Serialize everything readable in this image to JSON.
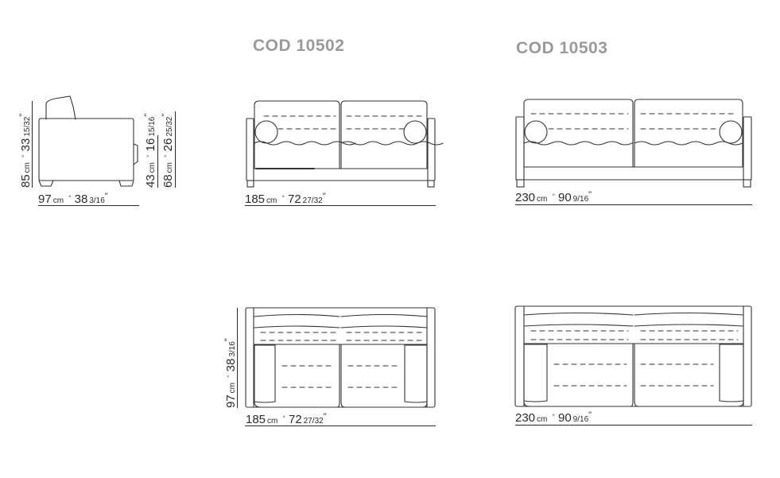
{
  "models": [
    {
      "code": "COD 10502"
    },
    {
      "code": "COD 10503"
    }
  ],
  "side_view": {
    "depth": {
      "cm": "97",
      "unit": "cm",
      "in": "38",
      "frac": "3/16",
      "inch_mark": "\""
    },
    "height": {
      "cm": "85",
      "unit": "cm",
      "in": "33",
      "frac": "15/32",
      "inch_mark": "\""
    },
    "seat_height": {
      "cm": "43",
      "unit": "cm",
      "in": "16",
      "frac": "15/16",
      "inch_mark": "\""
    },
    "arm_height": {
      "cm": "68",
      "unit": "cm",
      "in": "26",
      "frac": "25/32",
      "inch_mark": "\""
    }
  },
  "front_views": [
    {
      "width": {
        "cm": "185",
        "unit": "cm",
        "in": "72",
        "frac": "27/32",
        "inch_mark": "\""
      }
    },
    {
      "width": {
        "cm": "230",
        "unit": "cm",
        "in": "90",
        "frac": "9/16",
        "inch_mark": "\""
      }
    }
  ],
  "top_views": [
    {
      "width": {
        "cm": "185",
        "unit": "cm",
        "in": "72",
        "frac": "27/32",
        "inch_mark": "\""
      },
      "depth": {
        "cm": "97",
        "unit": "cm",
        "in": "38",
        "frac": "3/16",
        "inch_mark": "\""
      }
    },
    {
      "width": {
        "cm": "230",
        "unit": "cm",
        "in": "90",
        "frac": "9/16",
        "inch_mark": "\""
      }
    }
  ],
  "separator": "°",
  "colors": {
    "title": "#9a9a9a",
    "line": "#2a2a2a",
    "stroke": "#333333"
  }
}
